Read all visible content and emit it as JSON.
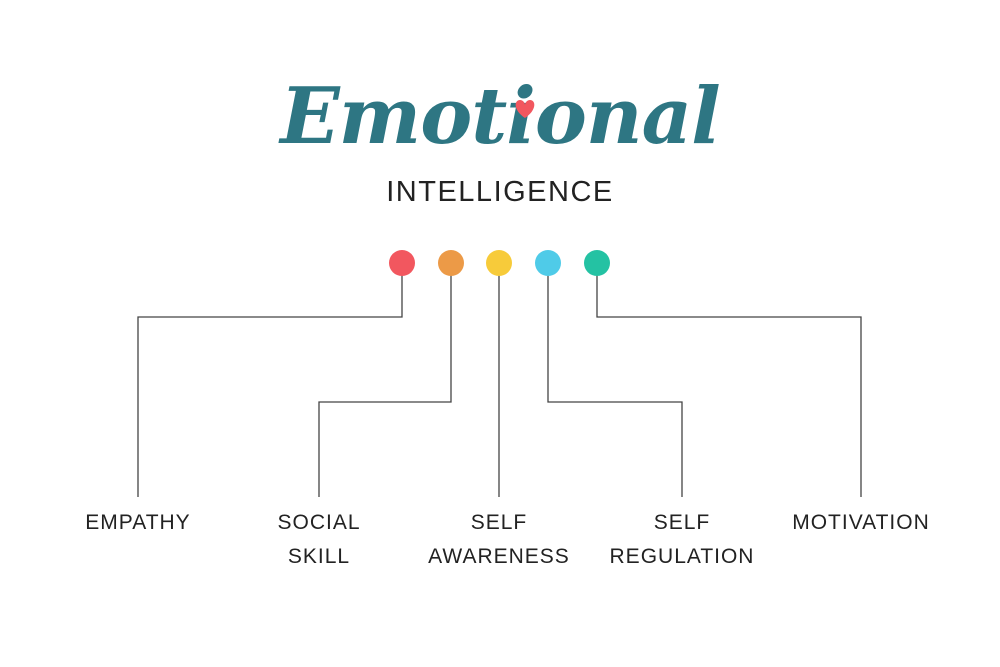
{
  "logo": {
    "title": "Emotional",
    "subtitle": "INTELLIGENCE",
    "heart_color": "#f2575f",
    "title_color": "#2e7683"
  },
  "pillars": [
    {
      "line1": "EMPATHY",
      "line2": "",
      "color": "#f2575f"
    },
    {
      "line1": "SOCIAL",
      "line2": "SKILL",
      "color": "#ec9a47"
    },
    {
      "line1": "SELF",
      "line2": "AWARENESS",
      "color": "#f7cb3a"
    },
    {
      "line1": "SELF",
      "line2": "REGULATION",
      "color": "#4fcbe8"
    },
    {
      "line1": "MOTIVATION",
      "line2": "",
      "color": "#24c2a3"
    }
  ]
}
